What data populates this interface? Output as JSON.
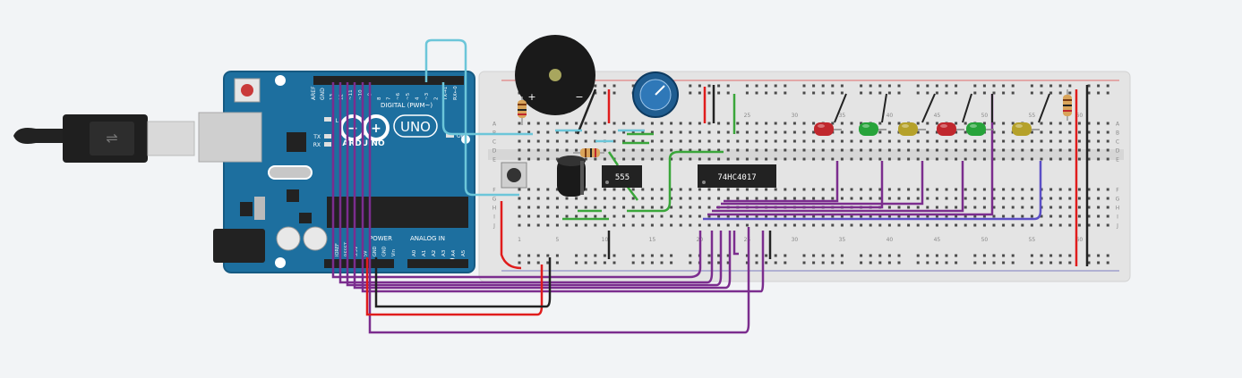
{
  "arduino": {
    "logo": "UNO",
    "brand": "ARDUINO",
    "on_label": "ON",
    "aref": "AREF",
    "gnd": "GND",
    "digital_label": "DIGITAL (PWM~)",
    "power_label": "POWER",
    "analog_label": "ANALOG IN",
    "led_l": "L",
    "led_tx": "TX",
    "led_rx": "RX",
    "power_pins": [
      "IOREF",
      "RESET",
      "3.3V",
      "5V",
      "GND",
      "GND",
      "Vin"
    ],
    "analog_pins": [
      "A0",
      "A1",
      "A2",
      "A3",
      "A4",
      "A5"
    ],
    "digital_pins": [
      "13",
      "12",
      "~11",
      "~10",
      "~9",
      "8",
      "7",
      "~6",
      "~5",
      "4",
      "~3",
      "2",
      "TX→1",
      "RX←0"
    ]
  },
  "breadboard": {
    "row_letters_top": [
      "A",
      "B",
      "C",
      "D",
      "E"
    ],
    "row_letters_bottom": [
      "F",
      "G",
      "H",
      "I",
      "J"
    ],
    "col_numbers_top": [
      "25",
      "30",
      "35",
      "40",
      "45",
      "50",
      "55",
      "60"
    ],
    "col_numbers_bottom": [
      "1",
      "5",
      "10",
      "15",
      "20",
      "25",
      "30",
      "35",
      "40",
      "45",
      "50",
      "55",
      "60"
    ]
  },
  "chips": {
    "timer": "555",
    "counter": "74HC4017"
  },
  "buzzer": {
    "plus": "+",
    "minus": "−"
  },
  "leds": [
    {
      "color": "#c0272d"
    },
    {
      "color": "#27a33a"
    },
    {
      "color": "#b5a12a"
    },
    {
      "color": "#c0272d"
    },
    {
      "color": "#27a33a"
    },
    {
      "color": "#b5a12a"
    }
  ],
  "colors": {
    "board": "#1d6f9f",
    "board_edge": "#165a82",
    "breadboard": "#e4e4e4",
    "wire_purple": "#7b2d8e",
    "wire_red": "#e01c1c",
    "wire_black": "#222222",
    "wire_green": "#3aa63a",
    "wire_cyan": "#6cc6d9",
    "wire_blue": "#5b4fc6"
  }
}
